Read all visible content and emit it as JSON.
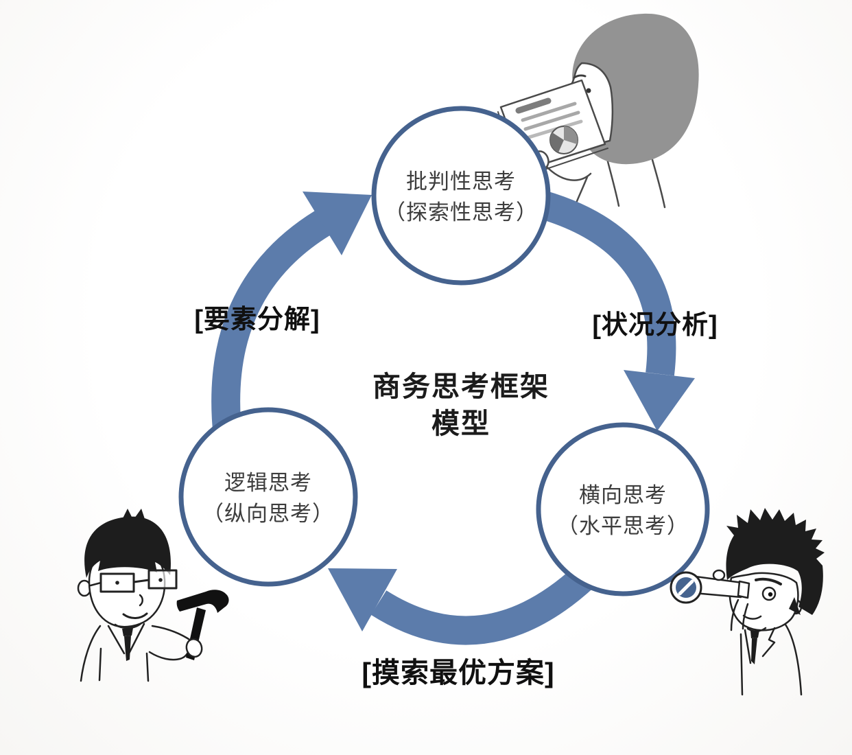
{
  "diagram": {
    "title": {
      "line1": "商务思考框架",
      "line2": "模型"
    },
    "nodes": {
      "top": {
        "line1": "批判性思考",
        "line2": "（探索性思考）"
      },
      "left": {
        "line1": "逻辑思考",
        "line2": "（纵向思考）"
      },
      "right": {
        "line1": "横向思考",
        "line2": "（水平思考）"
      }
    },
    "edge_labels": {
      "left": "[要素分解]",
      "right": "[状况分析]",
      "bottom": "[摸索最优方案]"
    },
    "colors": {
      "circle_stroke": "#45628e",
      "arrow_fill": "#5c7cab",
      "edge_label_text": "#101010",
      "node_text": "#3d3d3d",
      "telescope_lens": "#46648f"
    },
    "illustrations": {
      "top_right": "person-reading-report",
      "bottom_left": "person-holding-hammer",
      "bottom_right": "person-looking-through-telescope"
    }
  }
}
